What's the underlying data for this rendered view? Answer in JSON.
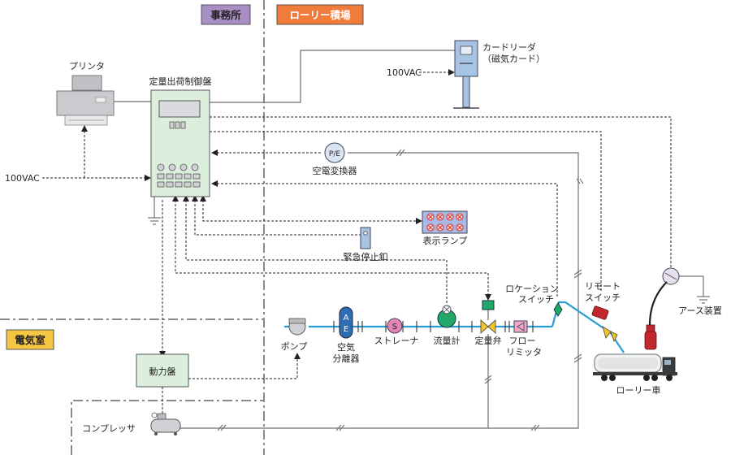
{
  "zones": {
    "office": "事務所",
    "loading": "ローリー積場",
    "electric": "電気室"
  },
  "labels": {
    "printer": "プリンタ",
    "control_panel": "定量出荷制御盤",
    "vac_card": "100VAC",
    "vac_left": "100VAC",
    "card_reader": "カードリーダ",
    "card_reader_sub": "（磁気カード）",
    "pe_text": "P/E",
    "pe_converter": "空電変換器",
    "display_lamp": "表示ランプ",
    "emergency_stop": "緊急停止釦",
    "location_switch_1": "ロケーション",
    "location_switch_2": "スイッチ",
    "remote_switch_1": "リモート",
    "remote_switch_2": "スイッチ",
    "earth_device": "アース装置",
    "pump": "ポンプ",
    "ae_text_1": "A",
    "ae_text_2": "E",
    "air_separator_1": "空気",
    "air_separator_2": "分離器",
    "s_text": "S",
    "strainer": "ストレーナ",
    "flowmeter": "流量計",
    "metering_valve": "定量弁",
    "flow_limiter_1": "フロー",
    "flow_limiter_2": "リミッタ",
    "lorry": "ローリー車",
    "power_panel": "動力盤",
    "compressor": "コンプレッサ"
  },
  "colors": {
    "zone_office": "#a98ec4",
    "zone_loading": "#f07b3a",
    "zone_electric": "#f5c642",
    "panel_fill": "#dcefdc",
    "pipe": "#2b9bd6",
    "lamp_fill": "#a8b9e6",
    "lamp_x": "#e2281e",
    "flowmeter": "#22a96a",
    "valve": "#f3c327",
    "strainer": "#e684b5",
    "limiter": "#f2a8c8",
    "air_separator": "#2f6db5"
  }
}
